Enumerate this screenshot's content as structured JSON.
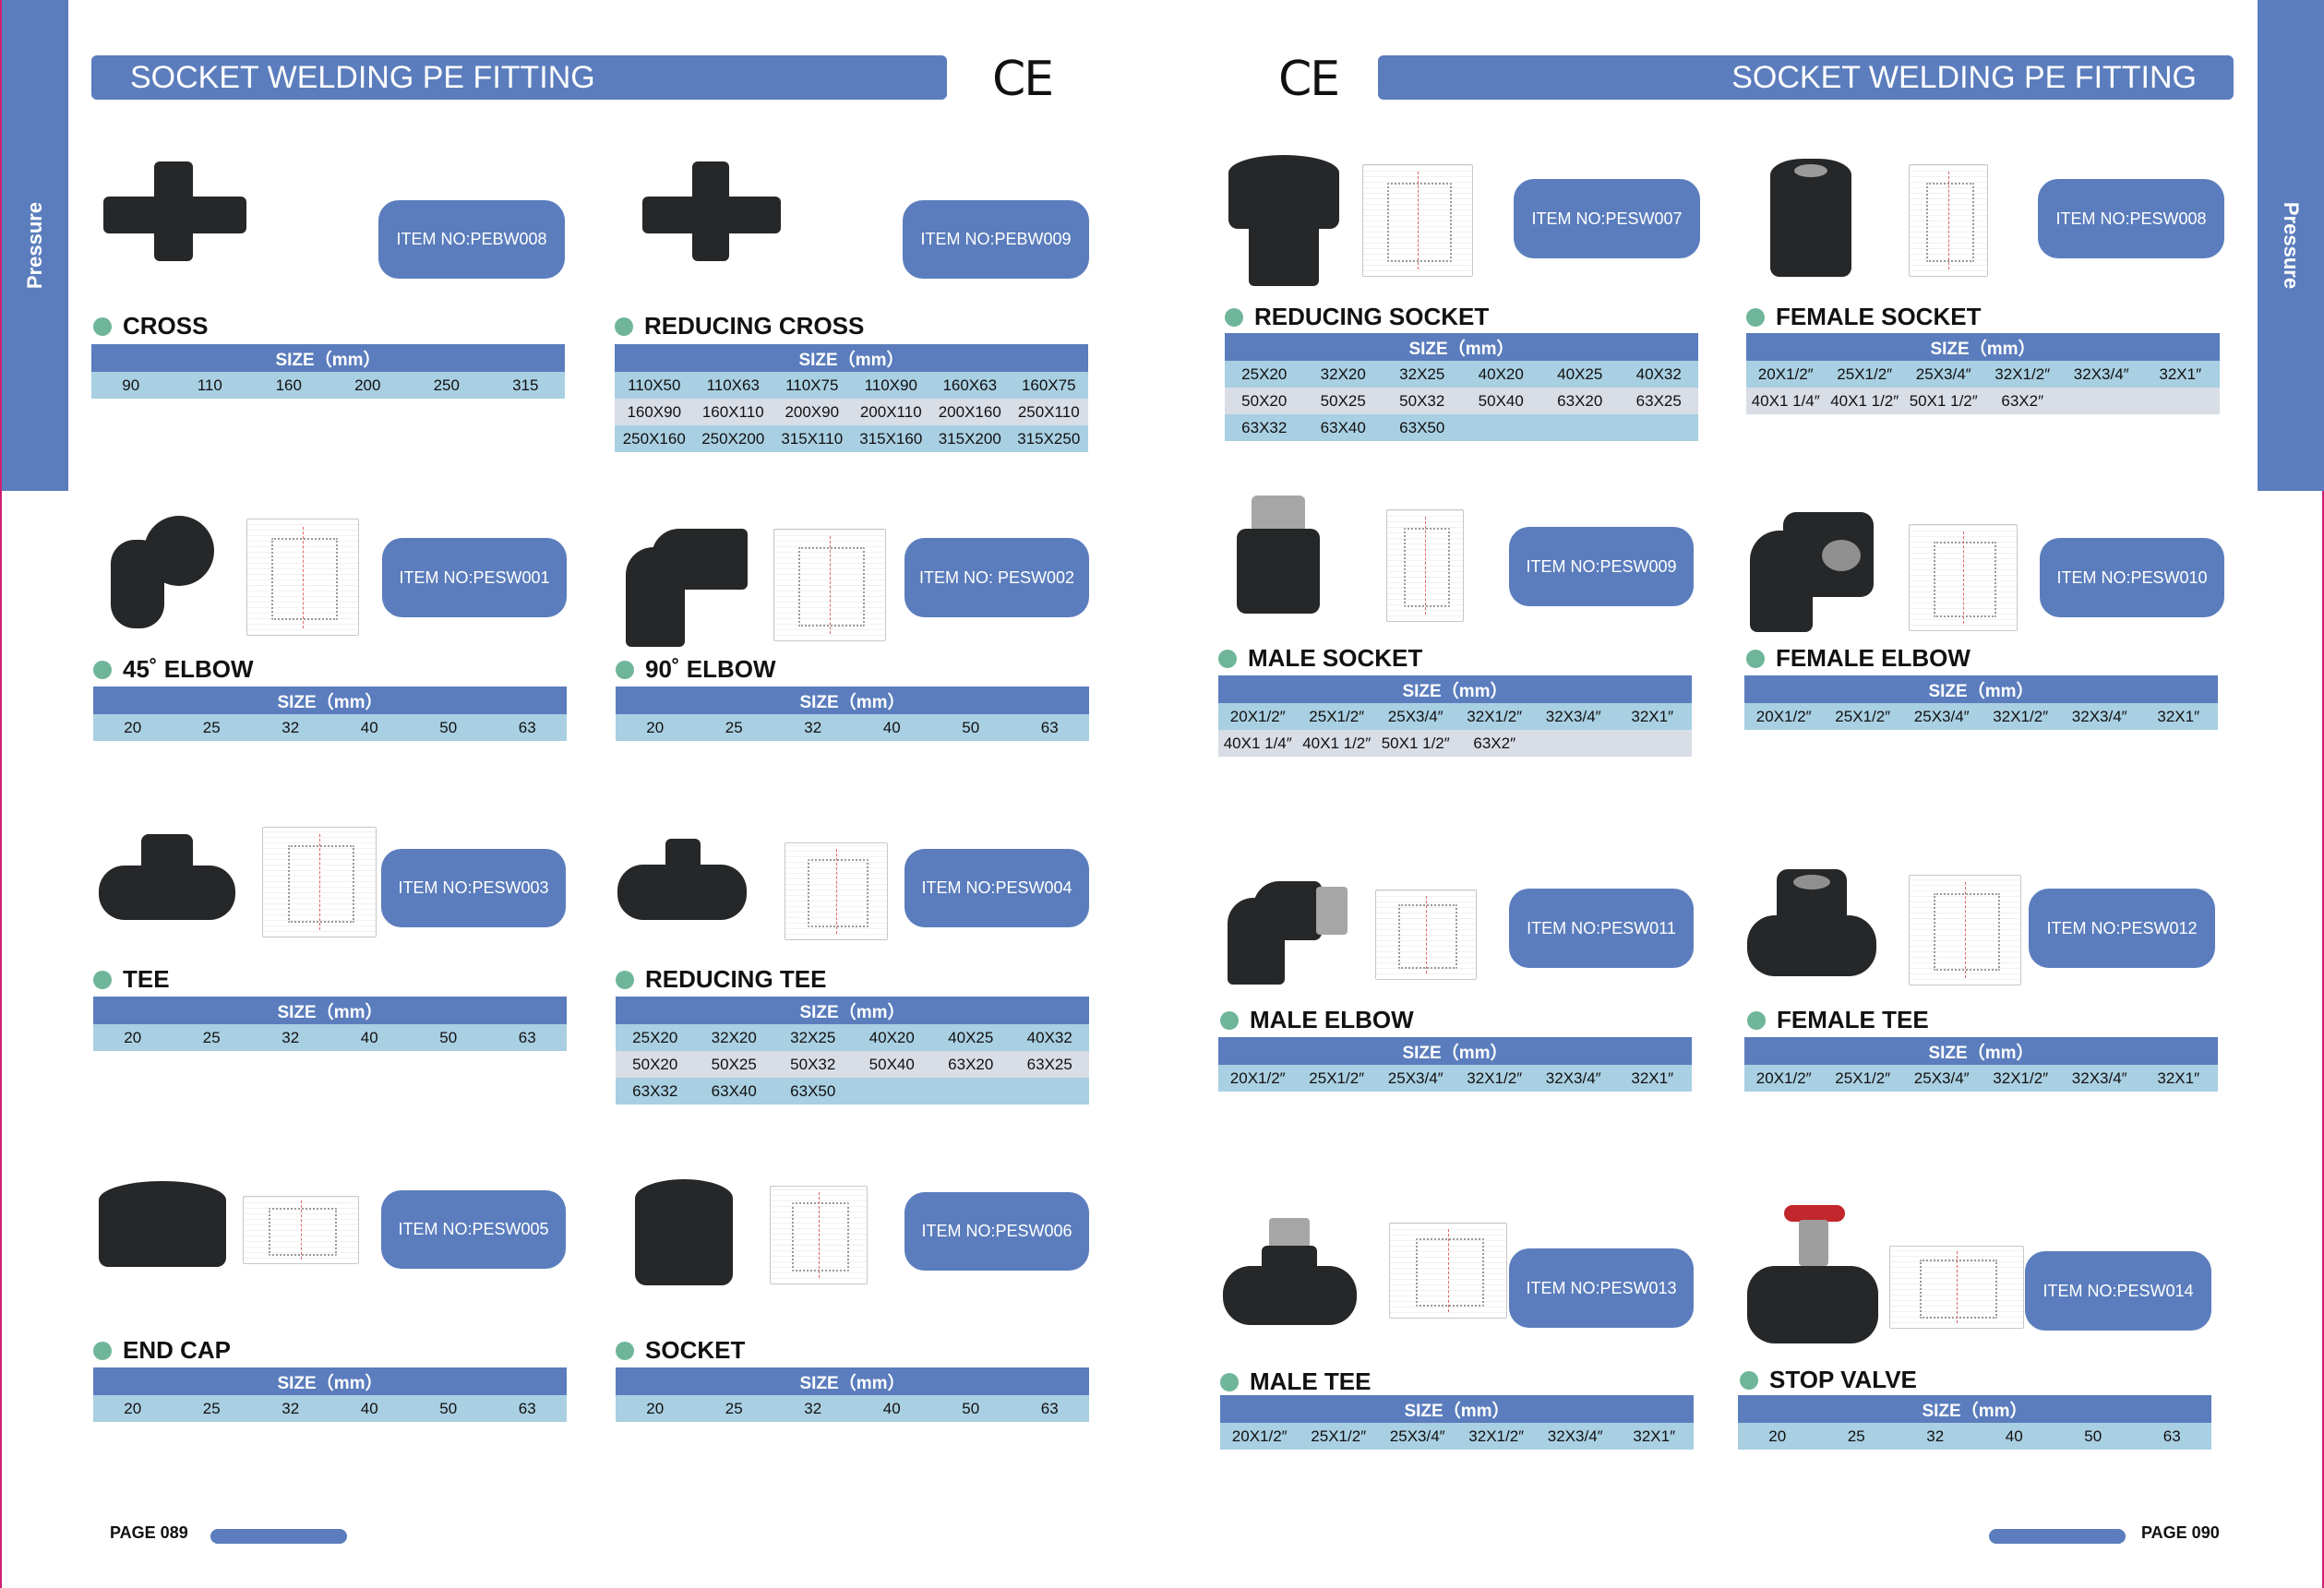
{
  "side_tab": "Pressure",
  "banner_title": "SOCKET WELDING PE FITTING",
  "ce_mark": "CE",
  "size_header": "SIZE（mm）",
  "left_page": "PAGE 089",
  "right_page": "PAGE 090",
  "colors": {
    "accent": "#5b7dbd",
    "row": "#a9cfe2",
    "row_alt": "#d8dde6",
    "dot": "#6fb59a",
    "edge": "#cf1f75"
  },
  "products": [
    {
      "name": "CROSS",
      "item": "ITEM NO:PEBW008",
      "rows": [
        [
          "90",
          "110",
          "160",
          "200",
          "250",
          "315"
        ]
      ]
    },
    {
      "name": "REDUCING CROSS",
      "item": "ITEM NO:PEBW009",
      "rows": [
        [
          "110X50",
          "110X63",
          "110X75",
          "110X90",
          "160X63",
          "160X75"
        ],
        [
          "160X90",
          "160X110",
          "200X90",
          "200X110",
          "200X160",
          "250X110"
        ],
        [
          "250X160",
          "250X200",
          "315X110",
          "315X160",
          "315X200",
          "315X250"
        ]
      ]
    },
    {
      "name": "45˚ ELBOW",
      "item": "ITEM NO:PESW001",
      "rows": [
        [
          "20",
          "25",
          "32",
          "40",
          "50",
          "63"
        ]
      ]
    },
    {
      "name": "90˚ ELBOW",
      "item": "ITEM NO: PESW002",
      "rows": [
        [
          "20",
          "25",
          "32",
          "40",
          "50",
          "63"
        ]
      ]
    },
    {
      "name": "TEE",
      "item": "ITEM NO:PESW003",
      "rows": [
        [
          "20",
          "25",
          "32",
          "40",
          "50",
          "63"
        ]
      ]
    },
    {
      "name": "REDUCING TEE",
      "item": "ITEM NO:PESW004",
      "rows": [
        [
          "25X20",
          "32X20",
          "32X25",
          "40X20",
          "40X25",
          "40X32"
        ],
        [
          "50X20",
          "50X25",
          "50X32",
          "50X40",
          "63X20",
          "63X25"
        ],
        [
          "63X32",
          "63X40",
          "63X50",
          "",
          "",
          ""
        ]
      ]
    },
    {
      "name": "END CAP",
      "item": "ITEM NO:PESW005",
      "rows": [
        [
          "20",
          "25",
          "32",
          "40",
          "50",
          "63"
        ]
      ]
    },
    {
      "name": "SOCKET",
      "item": "ITEM NO:PESW006",
      "rows": [
        [
          "20",
          "25",
          "32",
          "40",
          "50",
          "63"
        ]
      ]
    },
    {
      "name": "REDUCING SOCKET",
      "item": "ITEM NO:PESW007",
      "rows": [
        [
          "25X20",
          "32X20",
          "32X25",
          "40X20",
          "40X25",
          "40X32"
        ],
        [
          "50X20",
          "50X25",
          "50X32",
          "50X40",
          "63X20",
          "63X25"
        ],
        [
          "63X32",
          "63X40",
          "63X50",
          "",
          "",
          ""
        ]
      ]
    },
    {
      "name": "FEMALE SOCKET",
      "item": "ITEM NO:PESW008",
      "rows": [
        [
          "20X1/2″",
          "25X1/2″",
          "25X3/4″",
          "32X1/2″",
          "32X3/4″",
          "32X1″"
        ],
        [
          "40X1 1/4″",
          "40X1 1/2″",
          "50X1 1/2″",
          "63X2″",
          "",
          ""
        ]
      ]
    },
    {
      "name": "MALE SOCKET",
      "item": "ITEM NO:PESW009",
      "rows": [
        [
          "20X1/2″",
          "25X1/2″",
          "25X3/4″",
          "32X1/2″",
          "32X3/4″",
          "32X1″"
        ],
        [
          "40X1 1/4″",
          "40X1 1/2″",
          "50X1 1/2″",
          "63X2″",
          "",
          ""
        ]
      ]
    },
    {
      "name": "FEMALE ELBOW",
      "item": "ITEM NO:PESW010",
      "rows": [
        [
          "20X1/2″",
          "25X1/2″",
          "25X3/4″",
          "32X1/2″",
          "32X3/4″",
          "32X1″"
        ]
      ]
    },
    {
      "name": "MALE ELBOW",
      "item": "ITEM NO:PESW011",
      "rows": [
        [
          "20X1/2″",
          "25X1/2″",
          "25X3/4″",
          "32X1/2″",
          "32X3/4″",
          "32X1″"
        ]
      ]
    },
    {
      "name": "FEMALE TEE",
      "item": "ITEM NO:PESW012",
      "rows": [
        [
          "20X1/2″",
          "25X1/2″",
          "25X3/4″",
          "32X1/2″",
          "32X3/4″",
          "32X1″"
        ]
      ]
    },
    {
      "name": "MALE TEE",
      "item": "ITEM NO:PESW013",
      "rows": [
        [
          "20X1/2″",
          "25X1/2″",
          "25X3/4″",
          "32X1/2″",
          "32X3/4″",
          "32X1″"
        ]
      ]
    },
    {
      "name": "STOP VALVE",
      "item": "ITEM NO:PESW014",
      "rows": [
        [
          "20",
          "25",
          "32",
          "40",
          "50",
          "63"
        ]
      ]
    }
  ]
}
